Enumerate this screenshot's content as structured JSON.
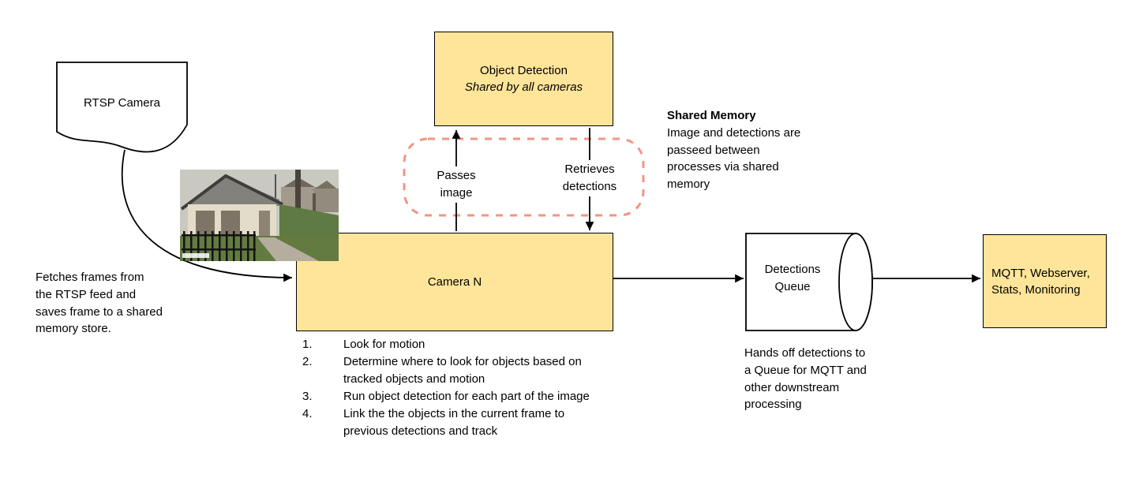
{
  "colors": {
    "node_fill": "#ffe599",
    "node_border": "#000000",
    "shared_memory_dash": "#f19584",
    "arrow": "#000000"
  },
  "nodes": {
    "rtsp_camera": {
      "label": "RTSP Camera"
    },
    "object_detection": {
      "title": "Object Detection",
      "subtitle": "Shared by all cameras"
    },
    "camera_n": {
      "label": "Camera N"
    },
    "detections_queue": {
      "label": "Detections Queue"
    },
    "outputs": {
      "label": "MQTT, Webserver, Stats, Monitoring"
    }
  },
  "edges": {
    "passes_image": "Passes image",
    "retrieves_detections": "Retrieves detections"
  },
  "notes": {
    "fetch": "Fetches frames from the RTSP feed and saves frame to a shared memory store.",
    "shared_memory_title": "Shared Memory",
    "shared_memory_body": "Image and detections are passeed between processes via shared memory",
    "queue_handoff": "Hands off detections to a Queue for MQTT and other downstream processing"
  },
  "camera_steps": [
    {
      "n": "1.",
      "text": "Look for motion"
    },
    {
      "n": "2.",
      "text": "Determine where to look for objects based on tracked objects and motion"
    },
    {
      "n": "3.",
      "text": "Run object detection for each part of the image"
    },
    {
      "n": "4.",
      "text": "Link the the objects in the current frame to previous detections and track"
    }
  ]
}
